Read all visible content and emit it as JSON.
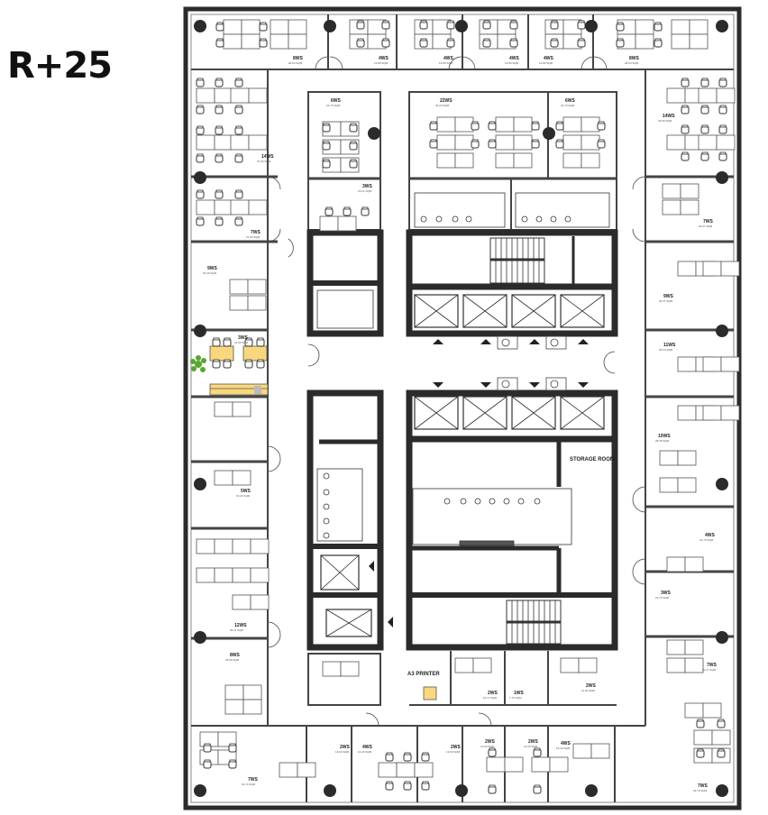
{
  "floor": {
    "label": "R+25"
  },
  "colors": {
    "wall": "#2b2b2b",
    "partition": "#444444",
    "highlight_furniture": "#f9d77e",
    "plant": "#5aa632",
    "column": "#2b2b2b",
    "background": "#ffffff"
  },
  "labels": {
    "storage_room": "STORAGE ROOM",
    "a3_printer": "A3 PRINTER"
  },
  "rooms": [
    {
      "id": "top-1",
      "name": "8WS",
      "area": "28.03 SQM"
    },
    {
      "id": "top-2",
      "name": "4WS",
      "area": "13.80 SQM"
    },
    {
      "id": "top-3",
      "name": "4WS",
      "area": "13.80 SQM"
    },
    {
      "id": "top-4",
      "name": "4WS",
      "area": "13.80 SQM"
    },
    {
      "id": "top-5",
      "name": "4WS",
      "area": "13.80 SQM"
    },
    {
      "id": "top-6",
      "name": "8WS",
      "area": "28.03 SQM"
    },
    {
      "id": "left-1",
      "name": "14WS",
      "area": "37.60 SQM"
    },
    {
      "id": "left-2",
      "name": "7WS",
      "area": "21.60 SQM"
    },
    {
      "id": "left-3",
      "name": "9WS",
      "area": "26.40 SQM"
    },
    {
      "id": "left-4",
      "name": "3WS",
      "area": "21.60 SQM"
    },
    {
      "id": "left-5",
      "name": "5WS",
      "area": "19.22 SQM"
    },
    {
      "id": "left-6",
      "name": "12WS",
      "area": "30.11 SQM"
    },
    {
      "id": "left-7",
      "name": "8WS",
      "area": "28.09 SQM"
    },
    {
      "id": "inner-1",
      "name": "6WS",
      "area": "24.70 SQM"
    },
    {
      "id": "inner-2",
      "name": "3WS",
      "area": "15.21 SQM"
    },
    {
      "id": "inner-3",
      "name": "22WS",
      "area": "46.03 SQM"
    },
    {
      "id": "inner-4",
      "name": "6WS",
      "area": "21.70 SQM"
    },
    {
      "id": "right-1",
      "name": "14WS",
      "area": "33.69 SQM"
    },
    {
      "id": "right-2",
      "name": "7WS",
      "area": "20.07 SQM"
    },
    {
      "id": "right-3",
      "name": "9WS",
      "area": "30.47 SQM"
    },
    {
      "id": "right-4",
      "name": "11WS",
      "area": "33.63 SQM"
    },
    {
      "id": "right-5",
      "name": "10WS",
      "area": "28.35 SQM"
    },
    {
      "id": "right-6",
      "name": "4WS",
      "area": "21.79 SQM"
    },
    {
      "id": "right-7",
      "name": "3WS",
      "area": "21.79 SQM"
    },
    {
      "id": "right-8",
      "name": "7WS",
      "area": "30.17 SQM"
    },
    {
      "id": "bottom-1",
      "name": "7WS",
      "area": "33.70 SQM"
    },
    {
      "id": "bottom-2",
      "name": "2WS",
      "area": "13.02 SQM"
    },
    {
      "id": "bottom-3",
      "name": "4WS",
      "area": "16.20 SQM"
    },
    {
      "id": "bottom-4",
      "name": "2WS",
      "area": "13.03 SQM"
    },
    {
      "id": "bottom-5",
      "name": "2WS",
      "area": "13.03 SQM"
    },
    {
      "id": "bottom-6",
      "name": "2WS",
      "area": "13.03 SQM"
    },
    {
      "id": "bottom-7",
      "name": "4WS",
      "area": "16.10 SQM"
    },
    {
      "id": "bottom-8",
      "name": "7WS",
      "area": "33.70 SQM"
    },
    {
      "id": "core-1",
      "name": "2WS",
      "area": "10.17 SQM"
    },
    {
      "id": "core-2",
      "name": "1WS",
      "area": "7.70 SQM"
    },
    {
      "id": "core-3",
      "name": "2WS",
      "area": "11.00 SQM"
    }
  ]
}
